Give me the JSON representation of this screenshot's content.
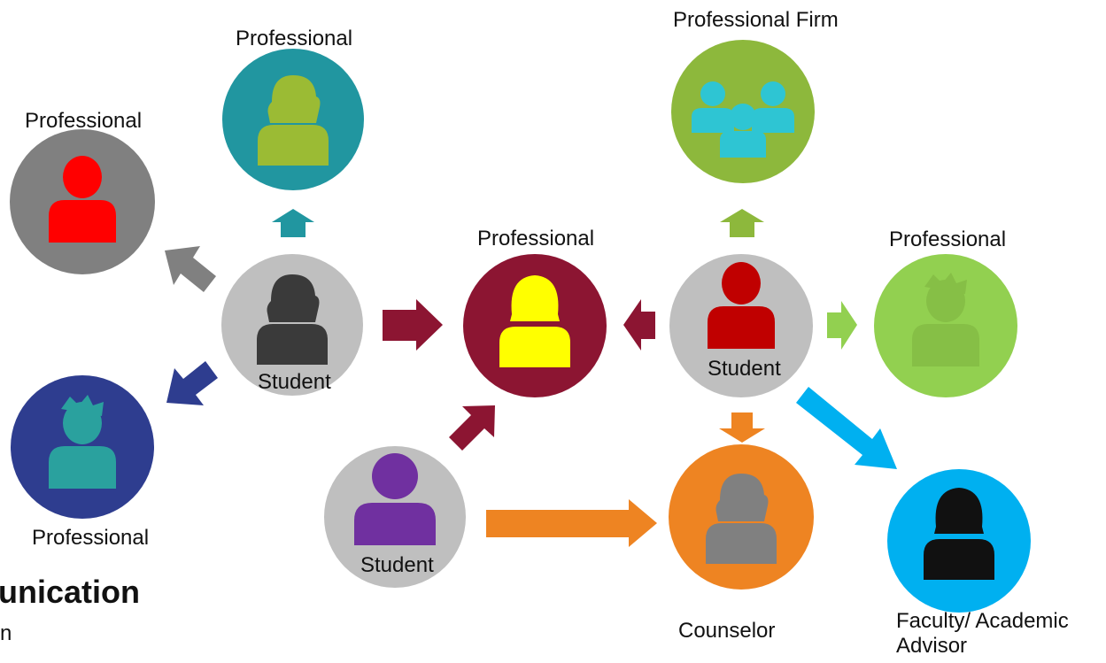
{
  "colors": {
    "gray_circle": "#808080",
    "teal_circle": "#2196a0",
    "navy_circle": "#2e3d8f",
    "student_gray": "#bfbfbf",
    "maroon_circle": "#8c1532",
    "green_circle": "#8db83c",
    "lime_circle": "#92d050",
    "orange_circle": "#ee8422",
    "sky_circle": "#00b0f0",
    "purple_person": "#7030a0",
    "red_person": "#ff0000",
    "yellow_person": "#ffff00",
    "dark_person": "#3a3a3a",
    "dark_red_person": "#c00000",
    "cyan_group": "#2ec5d3"
  },
  "labels": {
    "professional_topleft": "Professional",
    "professional_topcenter": "Professional",
    "professional_firm": "Professional Firm",
    "professional_center": "Professional",
    "professional_right": "Professional",
    "professional_bottomleft": "Professional",
    "student_left": "Student",
    "student_right": "Student",
    "student_bottom": "Student",
    "counselor": "Counselor",
    "faculty_line1": "Faculty/ Academic",
    "faculty_line2": "Advisor"
  },
  "partial_text": {
    "heading": "unication",
    "subline": "n"
  },
  "icons": {
    "gray": "person-male-icon",
    "teal": "person-female-icon",
    "navy": "person-male-bowtie-icon",
    "student_left": "person-female-icon",
    "maroon": "person-female-bowtie-icon",
    "student_bottom": "person-generic-icon",
    "green": "group-people-icon",
    "student_right": "person-male-icon",
    "lime": "person-male-bowtie-icon",
    "orange": "person-female-icon",
    "sky": "person-female-bowtie-icon"
  }
}
